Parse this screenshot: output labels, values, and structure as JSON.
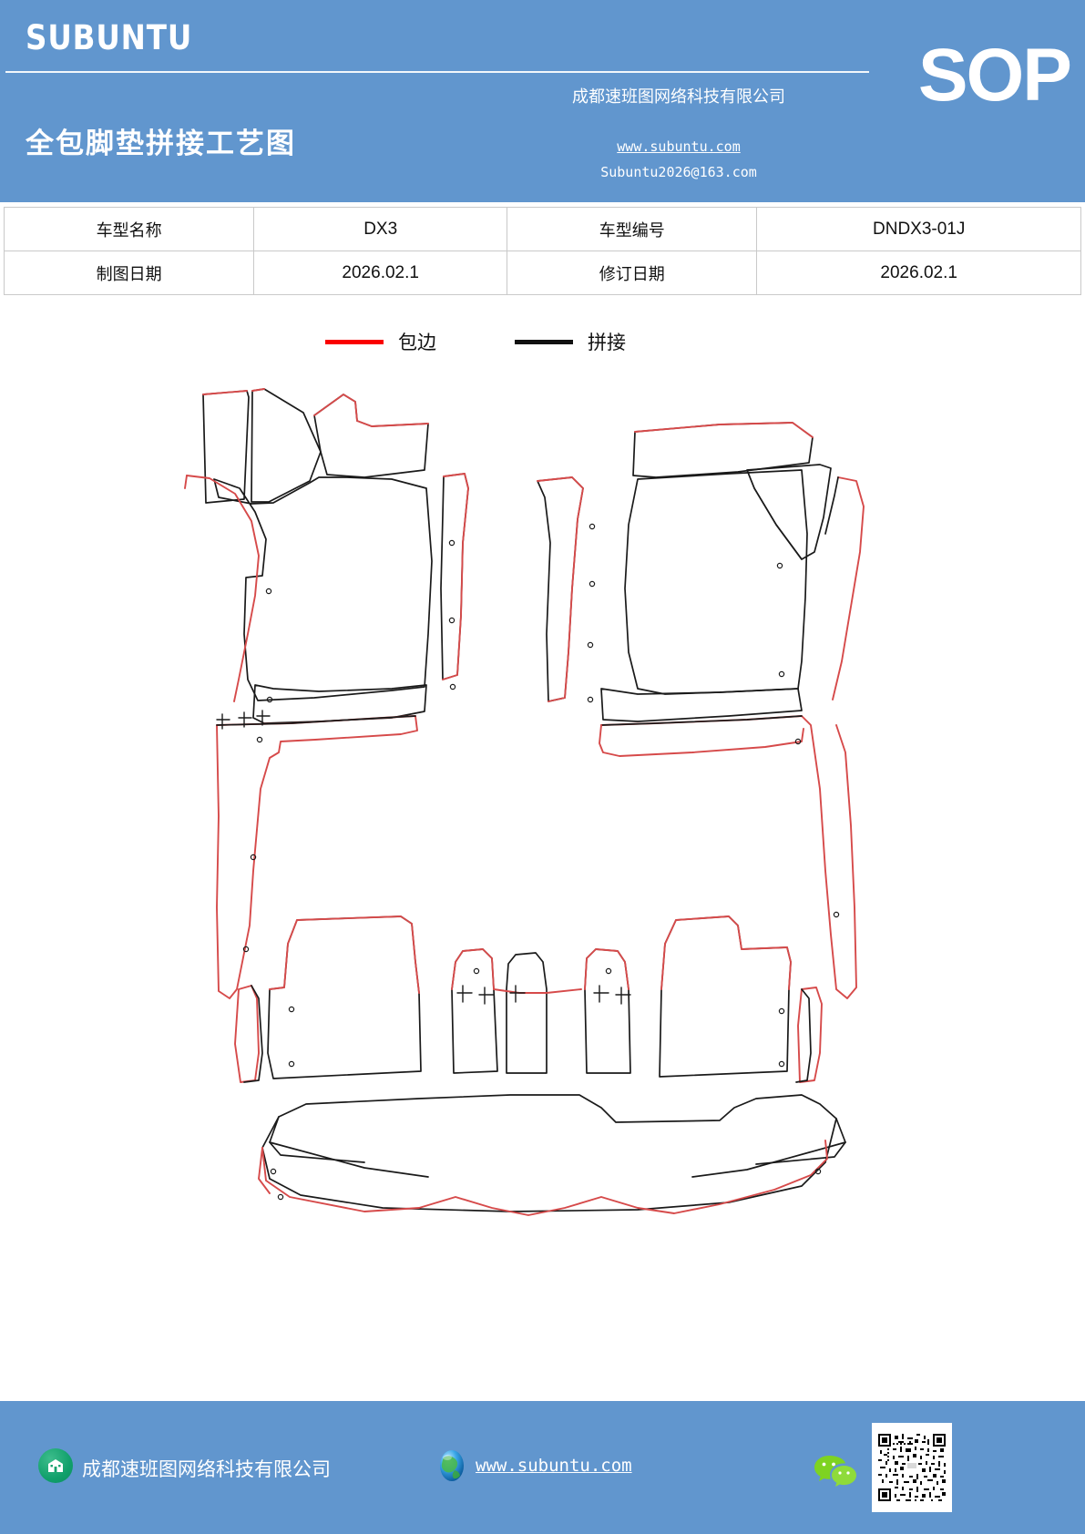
{
  "header": {
    "brand": "SUBUNTU",
    "doc_title": "全包脚垫拼接工艺图",
    "company": "成都速班图网络科技有限公司",
    "website": "www.subuntu.com",
    "email": "Subuntu2026@163.com",
    "sop_label": "SOP",
    "bg_color": "#6196ce"
  },
  "info_table": {
    "rows": [
      {
        "label_1": "车型名称",
        "value_1": "DX3",
        "label_2": "车型编号",
        "value_2": "DNDX3-01J"
      },
      {
        "label_1": "制图日期",
        "value_1": "2026.02.1",
        "label_2": "修订日期",
        "value_2": "2026.02.1"
      }
    ]
  },
  "legend": {
    "items": [
      {
        "label": "包边",
        "color": "#fa0000"
      },
      {
        "label": "拼接",
        "color": "#111111"
      }
    ]
  },
  "drawing": {
    "description": "全包脚垫拼接工艺图 - 汽车脚垫裁片轮廓图",
    "edge_color": "#d64a4a",
    "seam_color": "#1a1a1a",
    "parts": [
      "前排左侧脚垫组件",
      "前排右侧脚垫组件",
      "后排脚垫组件",
      "后备箱脚垫"
    ]
  },
  "footer": {
    "company": "成都速班图网络科技有限公司",
    "website": "www.subuntu.com",
    "bg_color": "#6196ce",
    "icons": {
      "building": "building-icon",
      "globe": "globe-icon",
      "wechat": "wechat-icon",
      "qr": "qr-code"
    }
  }
}
